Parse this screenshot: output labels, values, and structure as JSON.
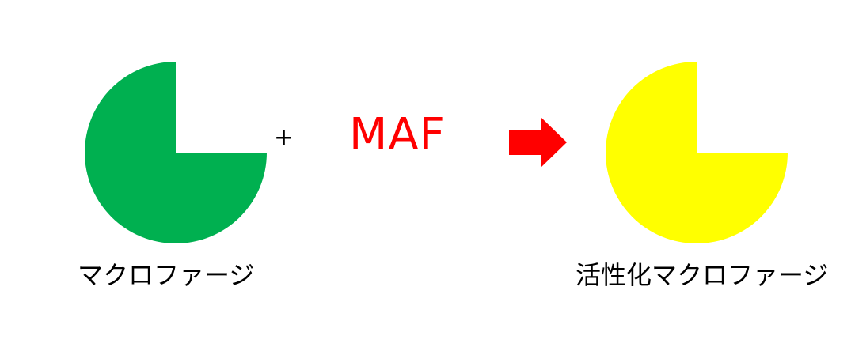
{
  "diagram": {
    "left_cell": {
      "label": "マクロファージ",
      "color": "#00B050",
      "shape": "three-quarter-circle"
    },
    "operator": "+",
    "factor": {
      "label": "MAF",
      "color": "#FF0000"
    },
    "arrow": {
      "direction": "right",
      "color": "#FF0000"
    },
    "right_cell": {
      "label": "活性化マクロファージ",
      "color": "#FFFF00",
      "shape": "three-quarter-circle"
    }
  }
}
